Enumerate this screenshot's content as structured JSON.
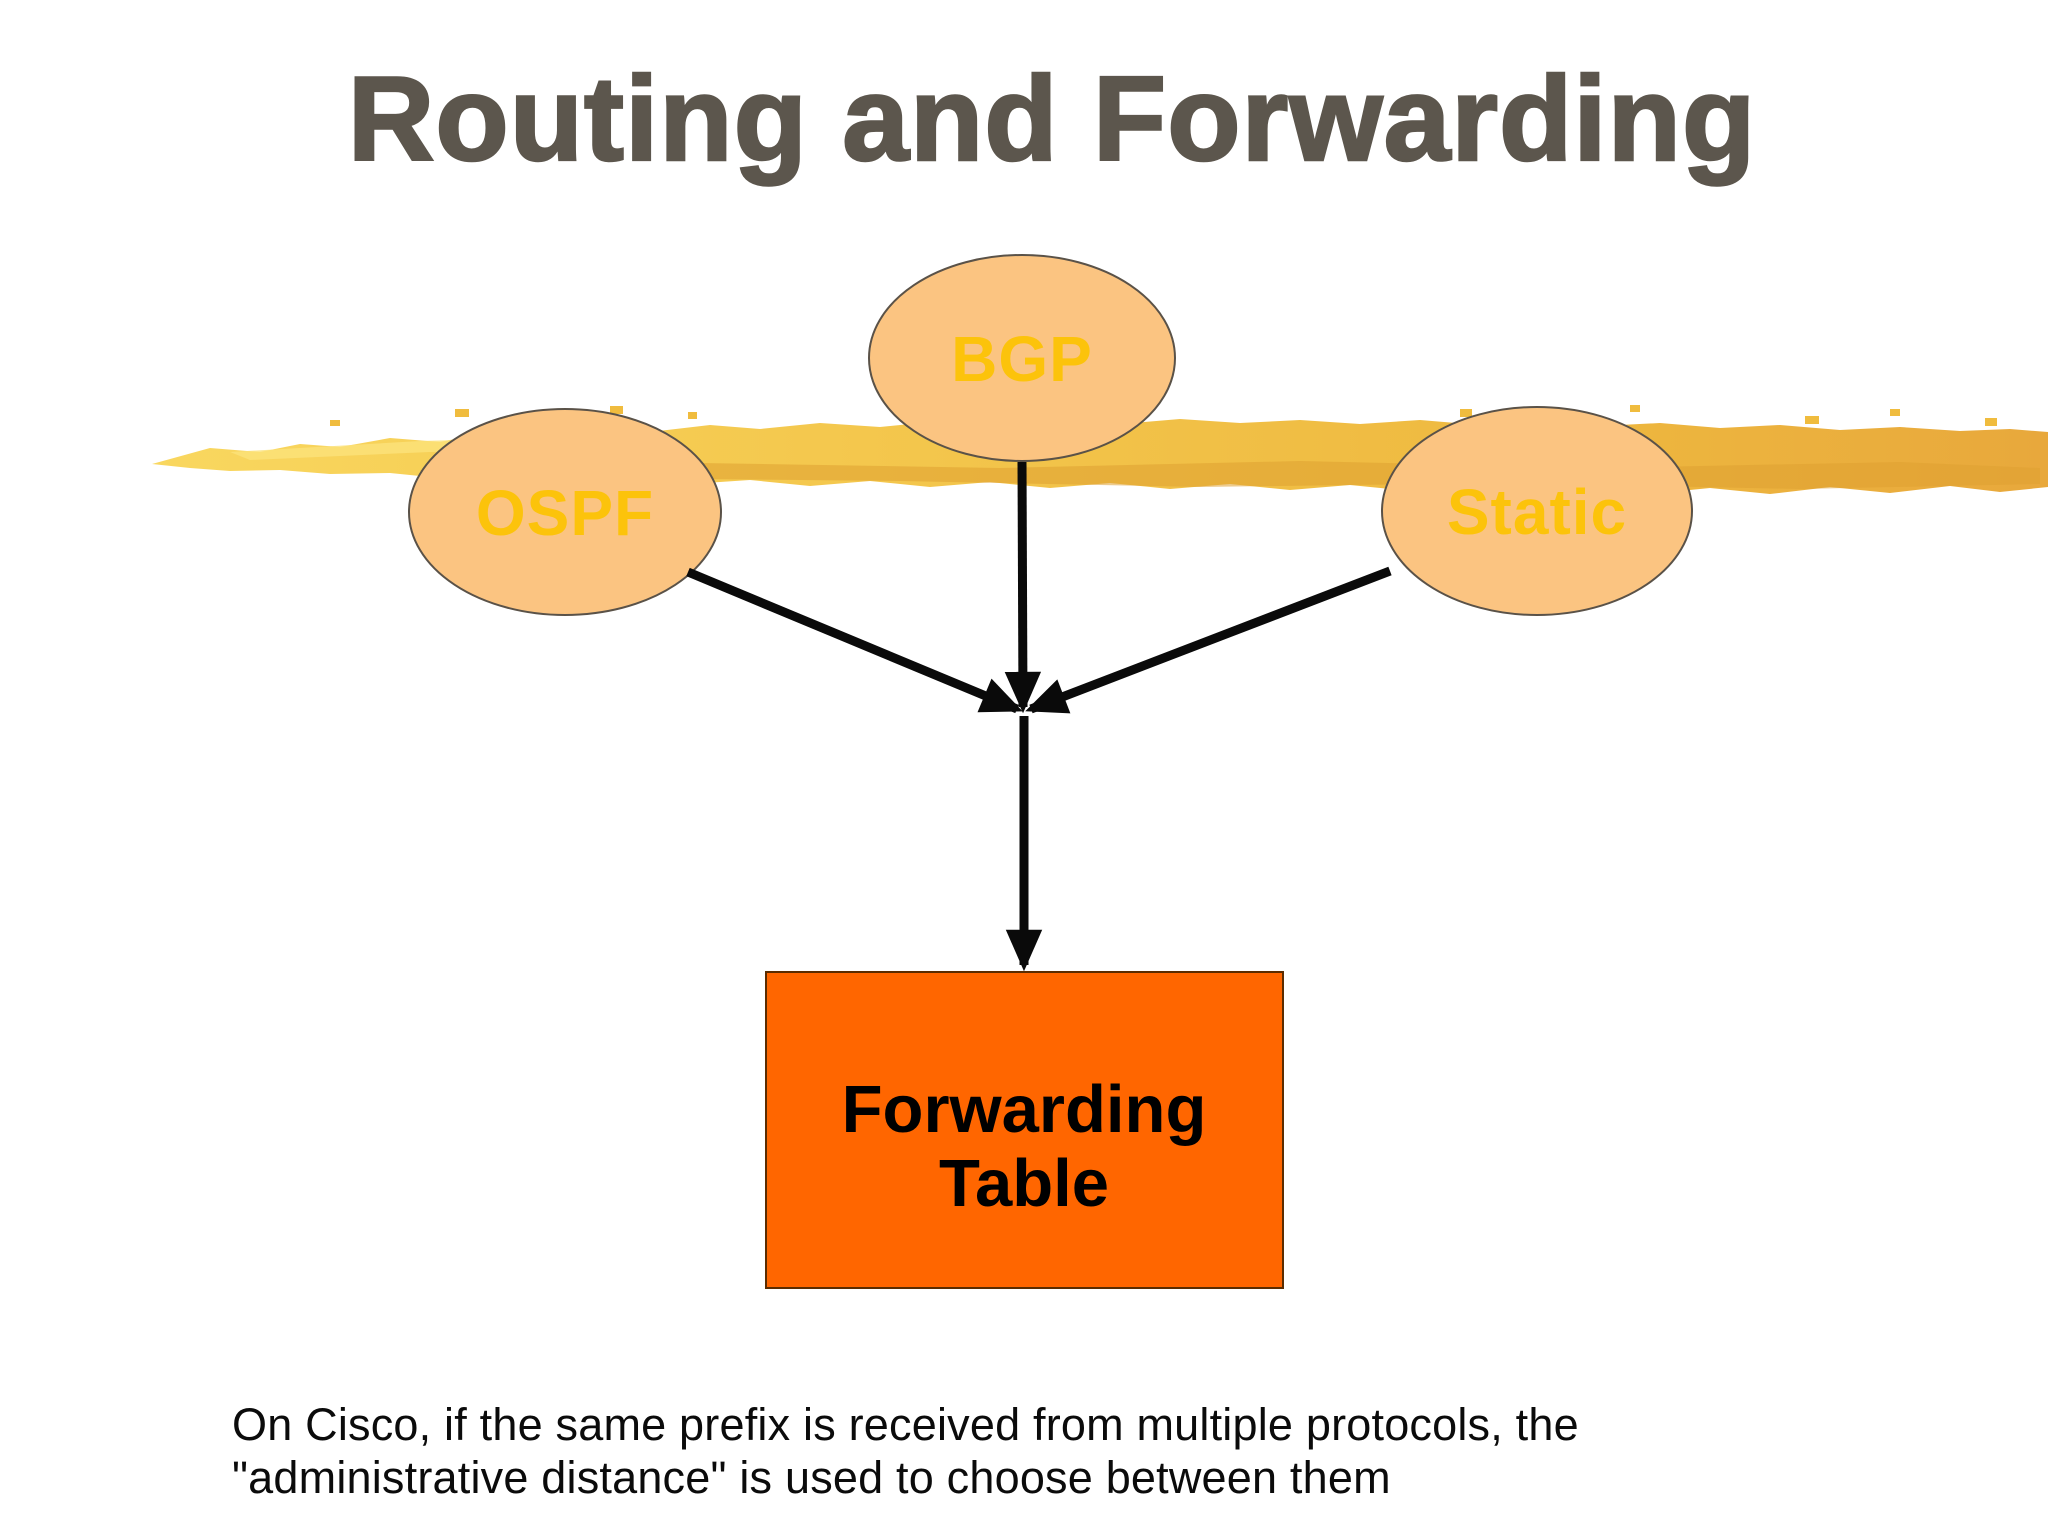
{
  "slide": {
    "title": "Routing and Forwarding",
    "nodes": [
      {
        "id": "ospf",
        "label": "OSPF"
      },
      {
        "id": "bgp",
        "label": "BGP"
      },
      {
        "id": "static",
        "label": "Static"
      }
    ],
    "forwarding_box": {
      "label_line1": "Forwarding",
      "label_line2": "Table"
    },
    "caption": {
      "line1": "On Cisco, if the same prefix is received from multiple protocols, the",
      "line2": "\"administrative distance\" is used to choose between them"
    },
    "colors": {
      "title_text": "#5C564D",
      "node_fill": "#FBC481",
      "node_border": "#5A5248",
      "node_label": "#FCC30B",
      "arrow": "#0A0A0A",
      "box_fill": "#FF6600",
      "box_border": "#5B2C00",
      "box_label": "#000000",
      "highlighter_light": "#F9D75F",
      "highlighter_dark": "#E8A83C",
      "caption_text": "#0B0B0B",
      "background": "#FFFFFF"
    }
  }
}
